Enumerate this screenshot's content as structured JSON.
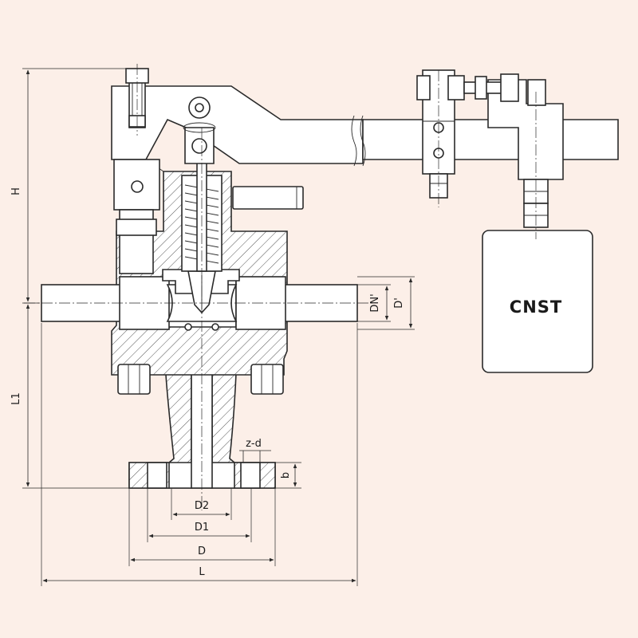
{
  "colors": {
    "background": "#fcefe8",
    "line": "#2a2a2a",
    "part_fill": "#ffffff"
  },
  "brand": {
    "logo_text": "CNST"
  },
  "dimensions": {
    "height": "H",
    "lower_length": "L1",
    "length": "L",
    "bolt_circle": "D",
    "raised_face_1": "D1",
    "raised_face_2": "D2",
    "bolt_holes": "z-d",
    "flange_thickness": "b",
    "nominal_bore": "DN'",
    "outer_bore": "D'"
  }
}
